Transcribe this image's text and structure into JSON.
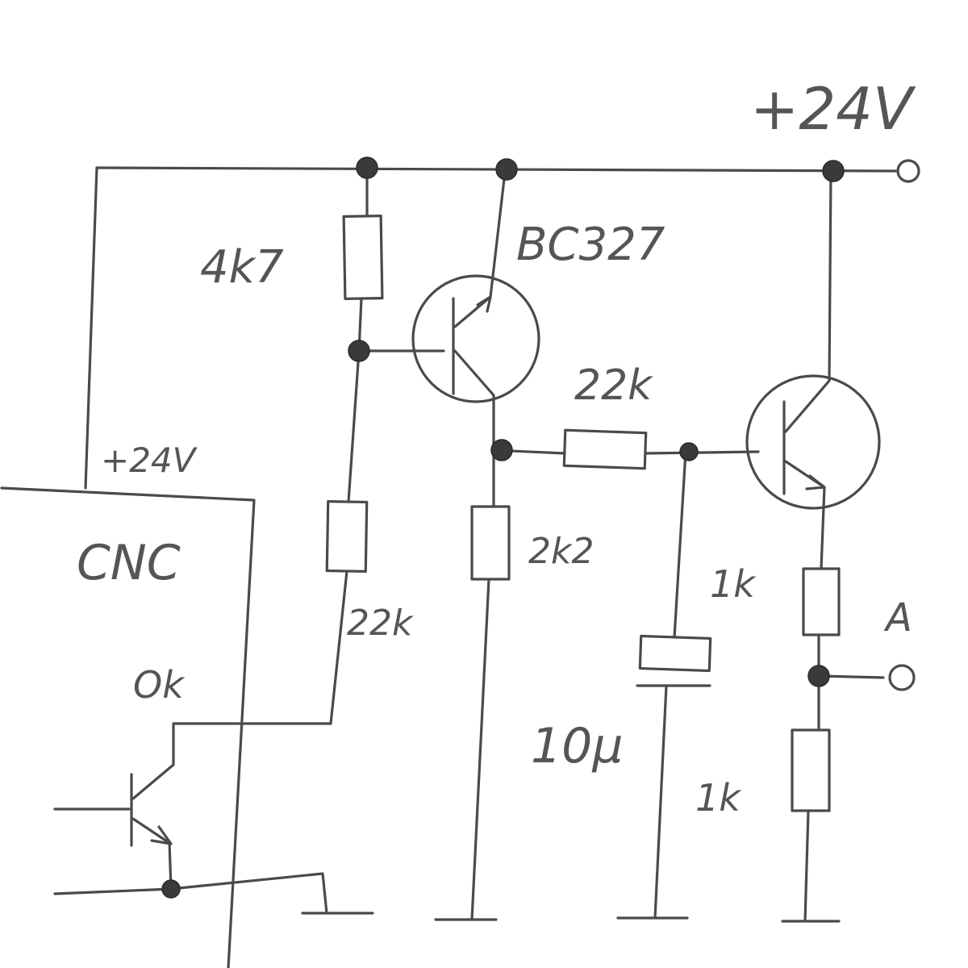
{
  "labels": {
    "supply_top": "+24V",
    "supply_cnc": "+24V",
    "cnc_box": "CNC",
    "cnc_ok": "Ok",
    "output": "A"
  },
  "components": {
    "r_base_pullup": "4k7",
    "q1_part": "BC327",
    "r_series": "22k",
    "r_input": "22k",
    "r_collector": "2k2",
    "r_emitter": "1k",
    "r_divider": "1k",
    "c_timing": "10µ"
  }
}
